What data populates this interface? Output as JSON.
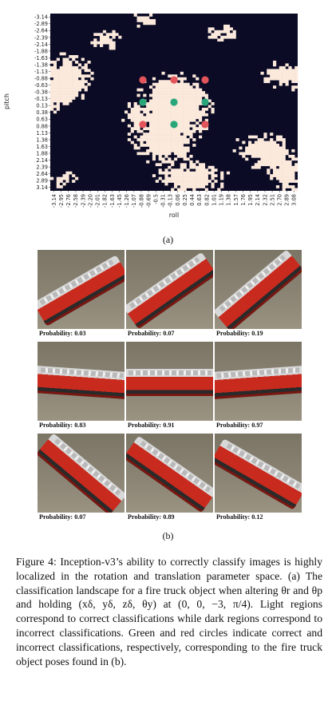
{
  "panel_a_label": "(a)",
  "panel_b_label": "(b)",
  "chart_data": {
    "type": "heatmap",
    "xlabel": "roll",
    "ylabel": "pitch",
    "x_ticks": [
      "-3.14",
      "-2.95",
      "-2.76",
      "-2.58",
      "-2.39",
      "-2.20",
      "-2.01",
      "-1.82",
      "-1.63",
      "-1.45",
      "-1.26",
      "-1.07",
      "-0.88",
      "-0.69",
      "-0.5",
      "-0.31",
      "-0.13",
      "0.06",
      "0.25",
      "0.44",
      "0.63",
      "0.82",
      "1.01",
      "1.19",
      "1.38",
      "1.57",
      "1.76",
      "1.95",
      "2.14",
      "2.32",
      "2.51",
      "2.70",
      "2.89",
      "3.08"
    ],
    "y_ticks": [
      "-3.14",
      "-2.89",
      "-2.64",
      "-2.39",
      "-2.14",
      "-1.88",
      "-1.63",
      "-1.38",
      "-1.13",
      "-0.88",
      "-0.63",
      "-0.38",
      "-0.13",
      "0.13",
      "0.38",
      "0.63",
      "0.88",
      "1.13",
      "1.38",
      "1.63",
      "1.88",
      "2.14",
      "2.39",
      "2.64",
      "2.89",
      "3.14"
    ],
    "x_range": [
      -3.14,
      3.14
    ],
    "y_range": [
      -3.14,
      3.14
    ],
    "colors": {
      "correct": "#fbe9dc",
      "incorrect": "#0c0b26",
      "green_marker": "#2aa77a",
      "red_marker": "#e2555a"
    },
    "markers": [
      {
        "roll": -0.79,
        "pitch": -0.79,
        "color": "red"
      },
      {
        "roll": 0.0,
        "pitch": -0.79,
        "color": "red"
      },
      {
        "roll": 0.79,
        "pitch": -0.79,
        "color": "red"
      },
      {
        "roll": -0.79,
        "pitch": 0.0,
        "color": "green"
      },
      {
        "roll": 0.0,
        "pitch": 0.0,
        "color": "green"
      },
      {
        "roll": 0.79,
        "pitch": 0.0,
        "color": "green"
      },
      {
        "roll": -0.79,
        "pitch": 0.79,
        "color": "red"
      },
      {
        "roll": 0.0,
        "pitch": 0.79,
        "color": "green"
      },
      {
        "roll": 0.79,
        "pitch": 0.79,
        "color": "red"
      }
    ]
  },
  "panel_b": {
    "rows": [
      [
        {
          "caption": "Probability: 0.03",
          "tilt": -30
        },
        {
          "caption": "Probability: 0.07",
          "tilt": -35
        },
        {
          "caption": "Probability: 0.19",
          "tilt": -40
        }
      ],
      [
        {
          "caption": "Probability: 0.83",
          "tilt": 4
        },
        {
          "caption": "Probability: 0.91",
          "tilt": 0
        },
        {
          "caption": "Probability: 0.97",
          "tilt": -4
        }
      ],
      [
        {
          "caption": "Probability: 0.07",
          "tilt": 40
        },
        {
          "caption": "Probability: 0.89",
          "tilt": 35
        },
        {
          "caption": "Probability: 0.12",
          "tilt": 30
        }
      ]
    ]
  },
  "figure_caption": "Figure 4: Inception-v3’s ability to correctly classify images is highly localized in the rotation and translation parameter space. (a) The classification landscape for a fire truck object when altering θr and θp and holding (xδ, yδ, zδ, θy) at (0, 0, −3, π/4). Light regions correspond to correct classifications while dark regions correspond to incorrect classifications. Green and red circles indicate correct and incorrect classifications, respectively, corresponding to the fire truck object poses found in (b)."
}
